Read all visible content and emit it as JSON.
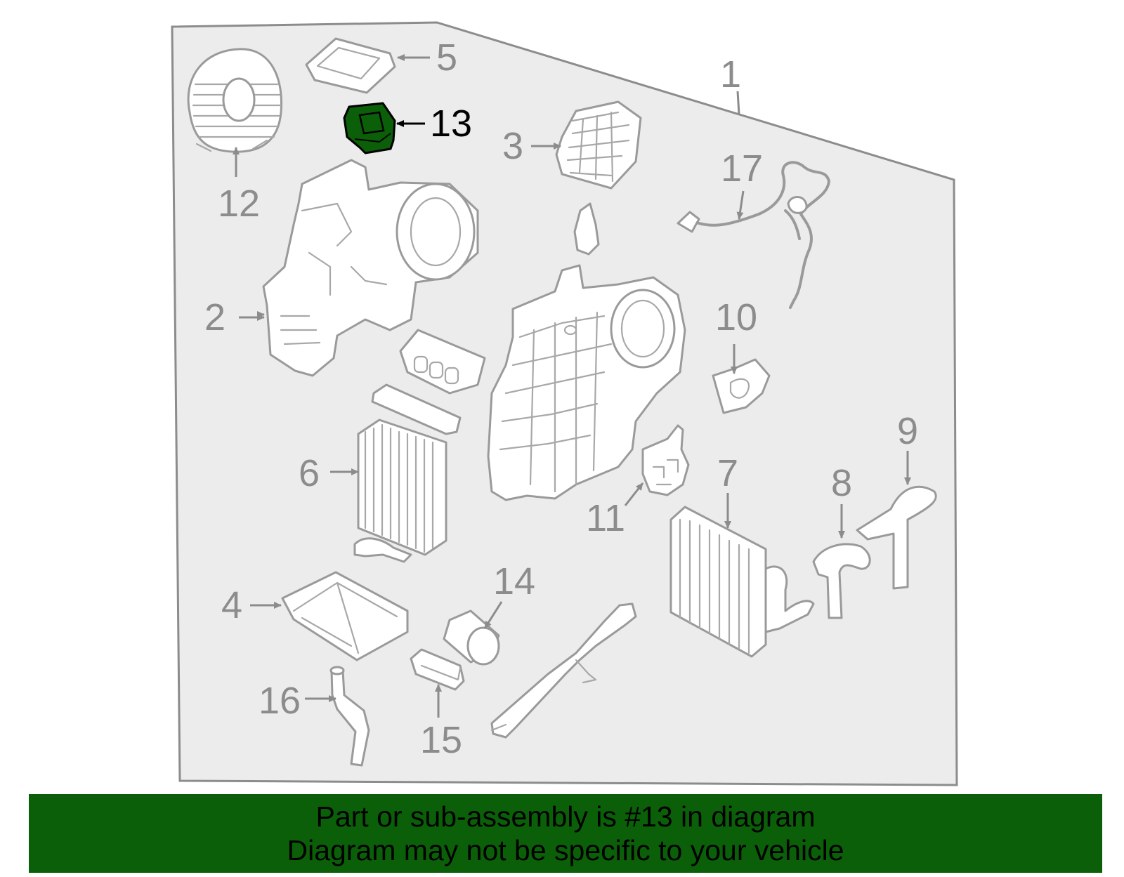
{
  "highlight_color": "#0b5f08",
  "callouts": [
    "1",
    "2",
    "3",
    "4",
    "5",
    "6",
    "7",
    "8",
    "9",
    "10",
    "11",
    "12",
    "13",
    "14",
    "15",
    "16",
    "17"
  ],
  "highlighted_callout": "13",
  "banner": {
    "line1": "Part or sub-assembly is #13 in diagram",
    "line2": "Diagram may not be specific to your vehicle"
  }
}
